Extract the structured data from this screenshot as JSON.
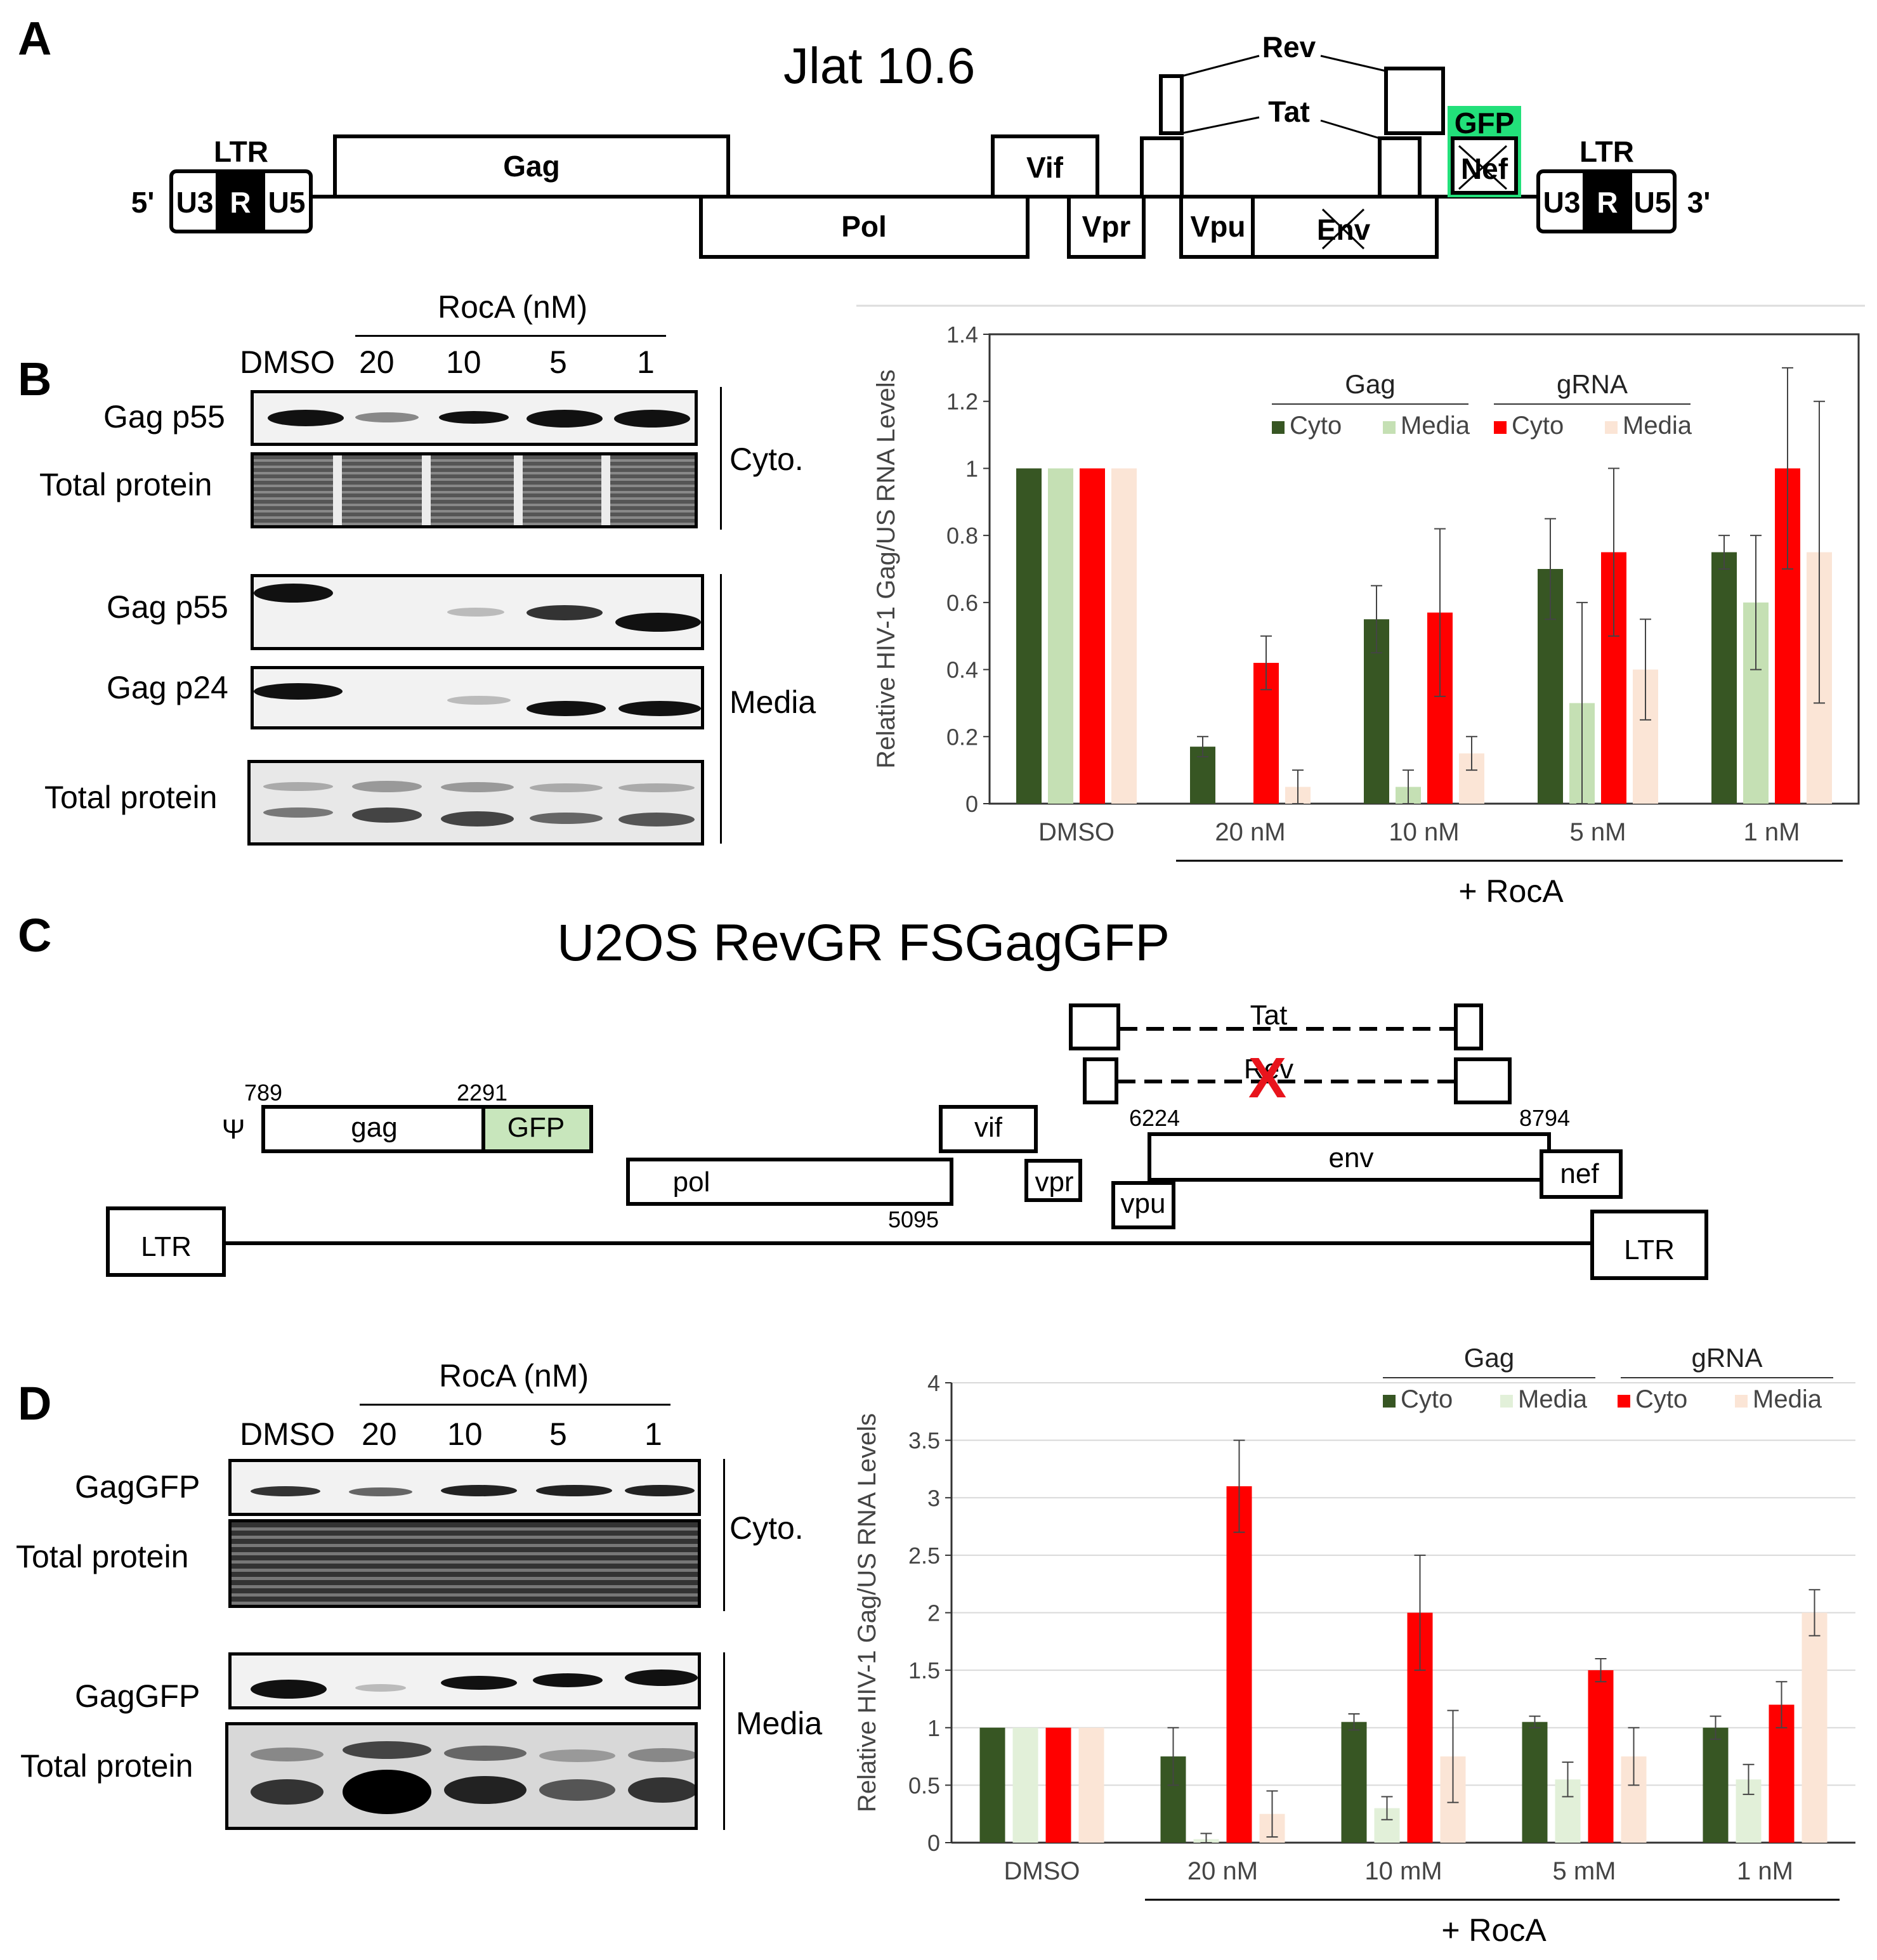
{
  "panel_a": {
    "letter": "A",
    "title": "Jlat 10.6",
    "ltr_label": "LTR",
    "five_prime": "5'",
    "three_prime": "3'",
    "u3": "U3",
    "r": "R",
    "u5": "U5",
    "genes": {
      "gag": "Gag",
      "pol": "Pol",
      "vif": "Vif",
      "vpr": "Vpr",
      "vpu": "Vpu",
      "env": "Env",
      "rev": "Rev",
      "tat": "Tat",
      "gfp": "GFP",
      "nef": "Nef"
    },
    "colors": {
      "gfp": "#22e07a"
    }
  },
  "panel_b": {
    "letter": "B",
    "treatment_label": "RocA (nM)",
    "lanes": [
      "DMSO",
      "20",
      "10",
      "5",
      "1"
    ],
    "rows": {
      "cyto_gag": "Gag p55",
      "cyto_total": "Total protein",
      "media_gag55": "Gag p55",
      "media_gag24": "Gag p24",
      "media_total": "Total protein"
    },
    "fraction_cyto": "Cyto.",
    "fraction_media": "Media"
  },
  "panel_c": {
    "letter": "C",
    "title": "U2OS RevGR FSGagGFP",
    "psi": "Ψ",
    "gag": "gag",
    "gfp": "GFP",
    "pol": "pol",
    "vif": "vif",
    "vpr": "vpr",
    "vpu": "vpu",
    "env": "env",
    "nef": "nef",
    "tat": "Tat",
    "rev": "Rev",
    "ltr": "LTR",
    "x_mark": "X",
    "num_789": "789",
    "num_2291": "2291",
    "num_5095": "5095",
    "num_6224": "6224",
    "num_8794": "8794",
    "colors": {
      "gfp": "#c8e6bc",
      "x_mark": "#e8141c"
    }
  },
  "panel_d": {
    "letter": "D",
    "treatment_label": "RocA (nM)",
    "lanes": [
      "DMSO",
      "20",
      "10",
      "5",
      "1"
    ],
    "rows": {
      "cyto_gag": "GagGFP",
      "cyto_total": "Total protein",
      "media_gag": "GagGFP",
      "media_total": "Total protein"
    },
    "fraction_cyto": "Cyto.",
    "fraction_media": "Media"
  },
  "chart_data": [
    {
      "type": "bar",
      "panel": "B",
      "title": "",
      "ylabel": "Relative HIV-1 Gag/US RNA Levels",
      "xlabel": "",
      "group_label": "+ RocA",
      "categories": [
        "DMSO",
        "20 nM",
        "10 nM",
        "5 nM",
        "1 nM"
      ],
      "ylim": [
        0,
        1.4
      ],
      "yticks": [
        "0",
        "0.2",
        "0.4",
        "0.6",
        "0.8",
        "1",
        "1.2",
        "1.4"
      ],
      "legend_groups": [
        "Gag",
        "gRNA"
      ],
      "grid": false,
      "legend_position": "top-right",
      "series": [
        {
          "name": "Cyto",
          "group": "Gag",
          "color": "#375623",
          "values": [
            1.0,
            0.17,
            0.55,
            0.7,
            0.75
          ],
          "errors": [
            0,
            0.03,
            0.1,
            0.15,
            0.05
          ]
        },
        {
          "name": "Media",
          "group": "Gag",
          "color": "#c5e0b4",
          "values": [
            1.0,
            0.0,
            0.05,
            0.3,
            0.6
          ],
          "errors": [
            0,
            0,
            0.05,
            0.3,
            0.2
          ]
        },
        {
          "name": "Cyto",
          "group": "gRNA",
          "color": "#ff0000",
          "values": [
            1.0,
            0.42,
            0.57,
            0.75,
            1.0
          ],
          "errors": [
            0,
            0.08,
            0.25,
            0.25,
            0.3
          ]
        },
        {
          "name": "Media",
          "group": "gRNA",
          "color": "#fbe5d6",
          "values": [
            1.0,
            0.05,
            0.15,
            0.4,
            0.75
          ],
          "errors": [
            0,
            0.05,
            0.05,
            0.15,
            0.45
          ]
        }
      ]
    },
    {
      "type": "bar",
      "panel": "D",
      "title": "",
      "ylabel": "Relative HIV-1 Gag/US RNA Levels",
      "xlabel": "",
      "group_label": "+ RocA",
      "categories": [
        "DMSO",
        "20 nM",
        "10 mM",
        "5 mM",
        "1 nM"
      ],
      "ylim": [
        0,
        4
      ],
      "yticks": [
        "0",
        "0.5",
        "1",
        "1.5",
        "2",
        "2.5",
        "3",
        "3.5",
        "4"
      ],
      "legend_groups": [
        "Gag",
        "gRNA"
      ],
      "grid": true,
      "legend_position": "top-right",
      "series": [
        {
          "name": "Cyto",
          "group": "Gag",
          "color": "#375623",
          "values": [
            1.0,
            0.75,
            1.05,
            1.05,
            1.0
          ],
          "errors": [
            0,
            0.25,
            0.07,
            0.05,
            0.1
          ]
        },
        {
          "name": "Media",
          "group": "Gag",
          "color": "#e2f0d9",
          "values": [
            1.0,
            0.03,
            0.3,
            0.55,
            0.55
          ],
          "errors": [
            0,
            0.05,
            0.1,
            0.15,
            0.13
          ]
        },
        {
          "name": "Cyto",
          "group": "gRNA",
          "color": "#ff0000",
          "values": [
            1.0,
            3.1,
            2.0,
            1.5,
            1.2
          ],
          "errors": [
            0,
            0.4,
            0.5,
            0.1,
            0.2
          ]
        },
        {
          "name": "Media",
          "group": "gRNA",
          "color": "#fbe5d6",
          "values": [
            1.0,
            0.25,
            0.75,
            0.75,
            2.0
          ],
          "errors": [
            0,
            0.2,
            0.4,
            0.25,
            0.2
          ]
        }
      ]
    }
  ]
}
